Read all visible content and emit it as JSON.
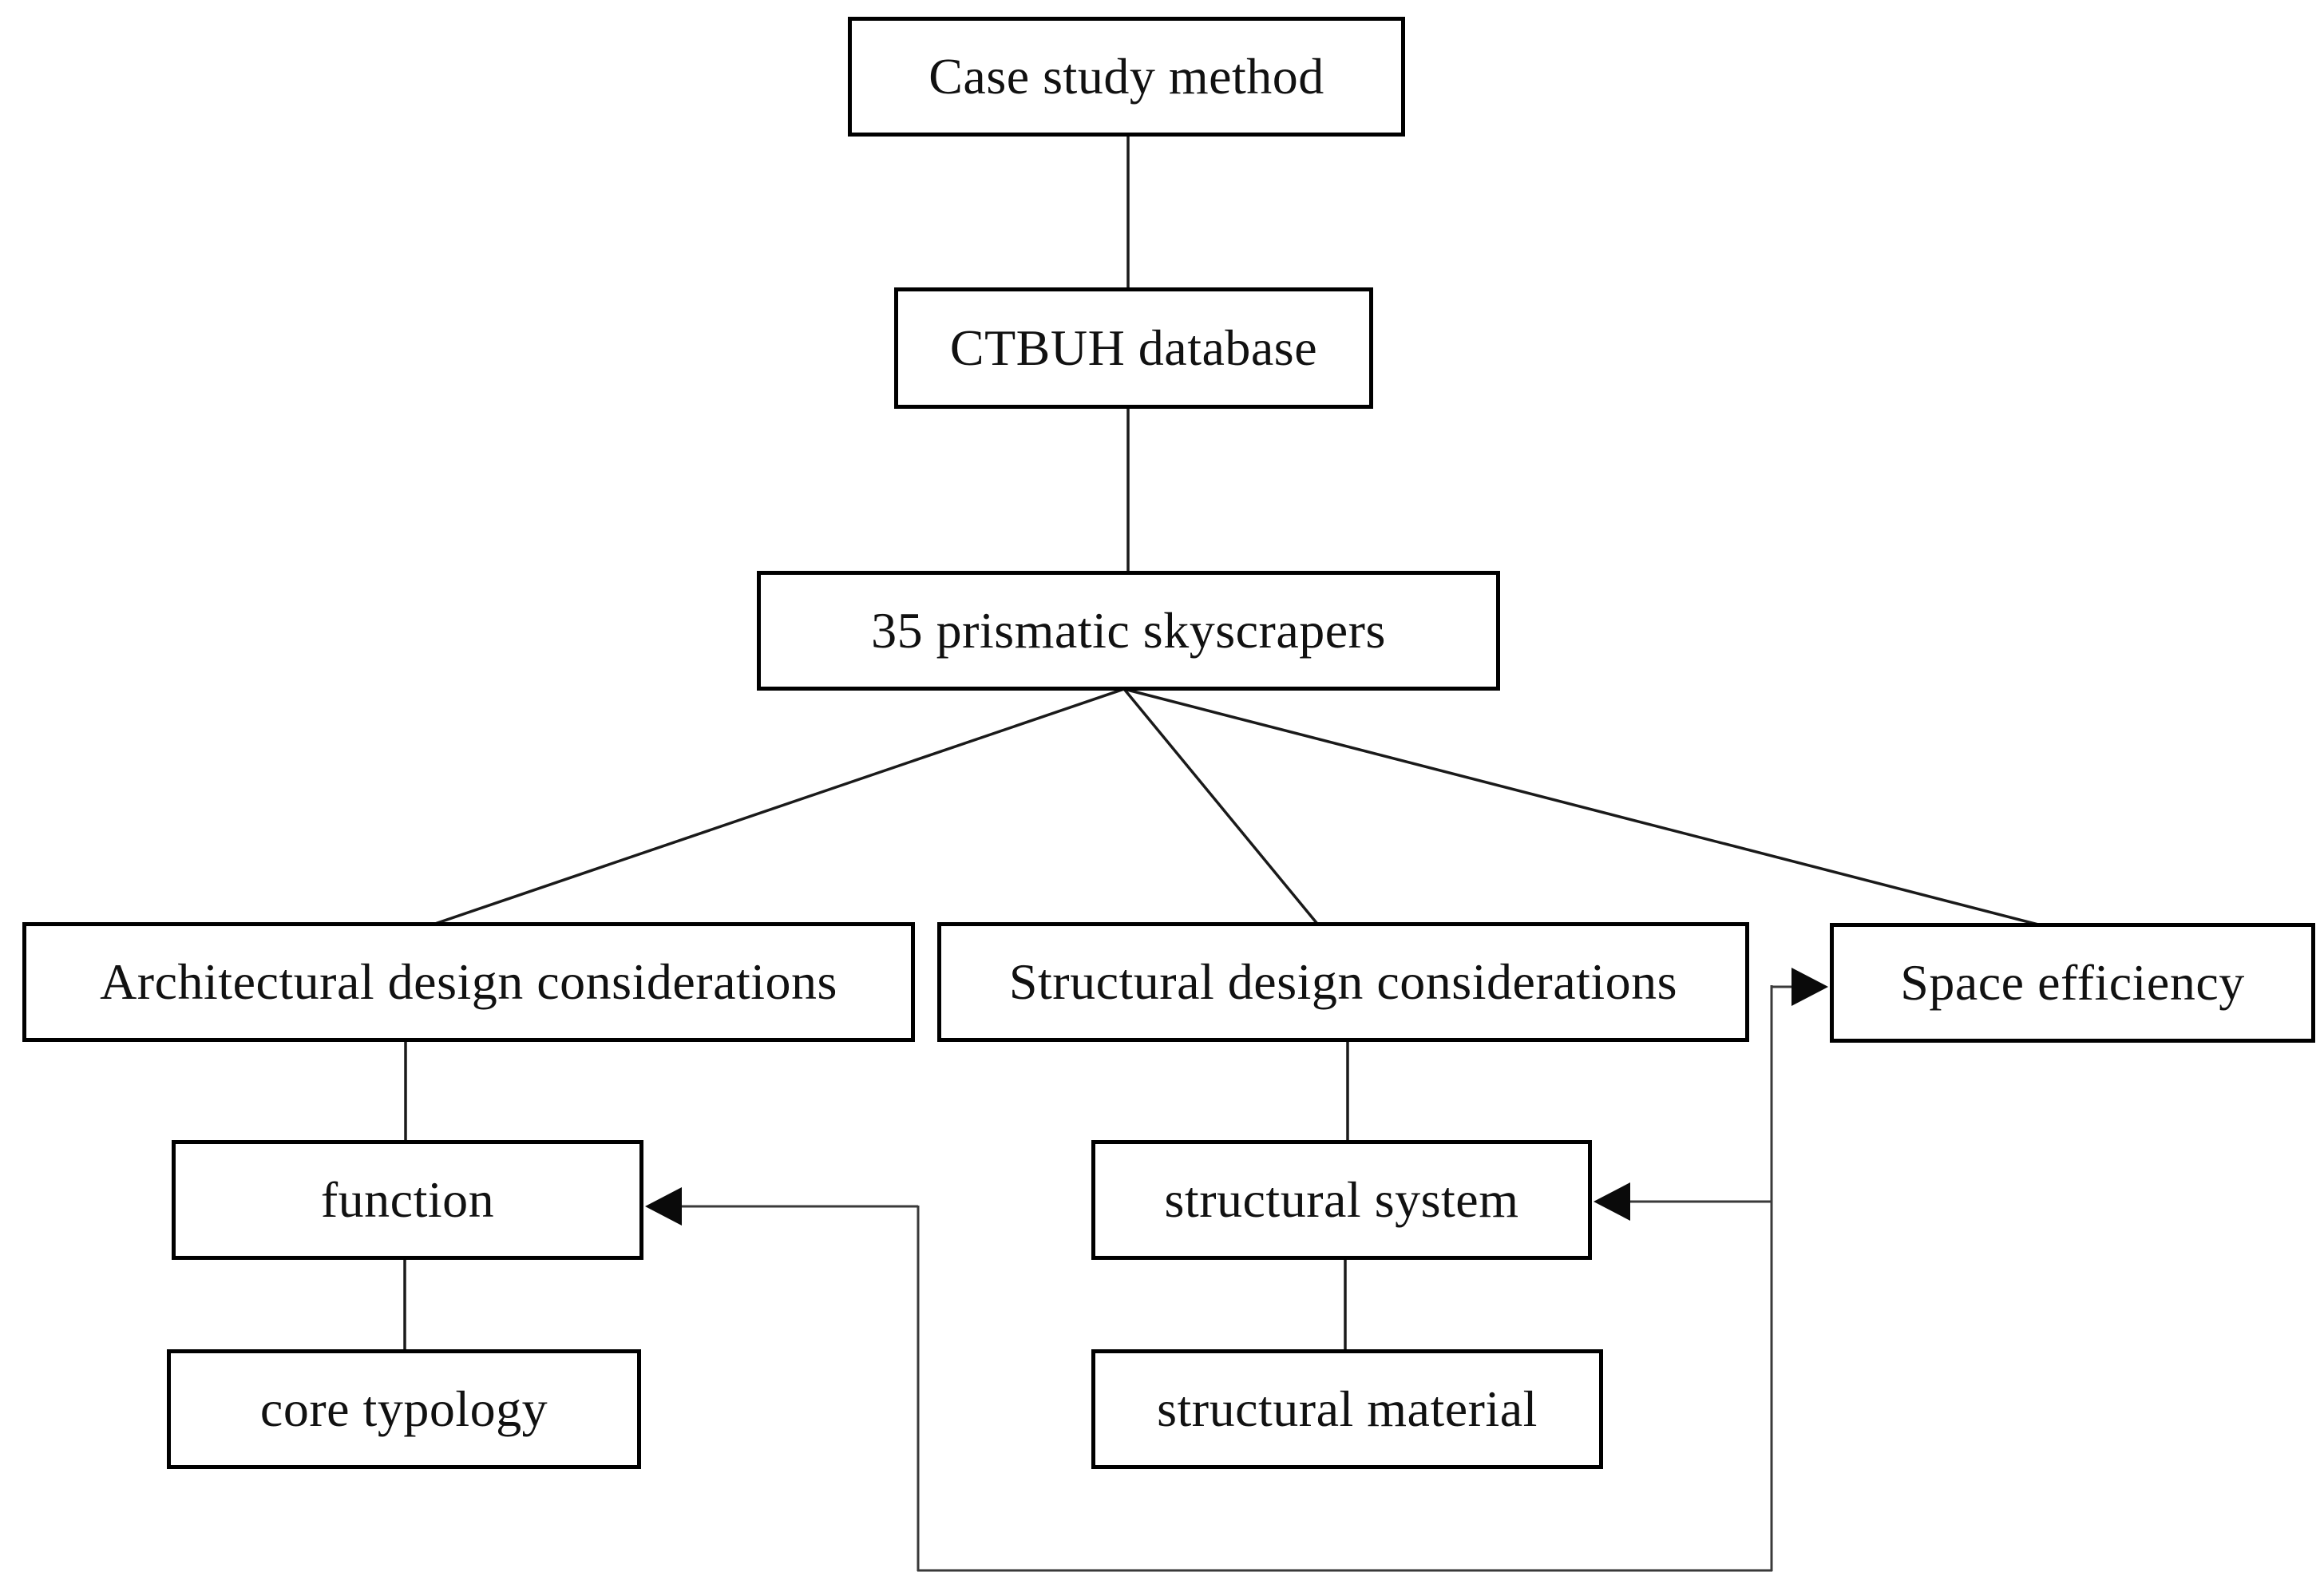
{
  "figure_type": "flowchart",
  "colors": {
    "background": "#ffffff",
    "box_fill": "#ffffff",
    "box_border": "#000000",
    "line": "#1a1a1a",
    "text": "#111111"
  },
  "nodes": {
    "case_study": {
      "label": "Case study method"
    },
    "ctbuh": {
      "label": "CTBUH database"
    },
    "skyscrapers": {
      "label": "35 prismatic skyscrapers"
    },
    "architectural": {
      "label": "Architectural design considerations"
    },
    "structural": {
      "label": "Structural design considerations"
    },
    "space_efficiency": {
      "label": "Space efficiency"
    },
    "function": {
      "label": "function"
    },
    "core_typology": {
      "label": "core typology"
    },
    "structural_system": {
      "label": "structural system"
    },
    "structural_material": {
      "label": "structural material"
    }
  },
  "edges": [
    {
      "from": "case_study",
      "to": "ctbuh",
      "style": "plain"
    },
    {
      "from": "ctbuh",
      "to": "skyscrapers",
      "style": "plain"
    },
    {
      "from": "skyscrapers",
      "to": "architectural",
      "style": "plain-diagonal"
    },
    {
      "from": "skyscrapers",
      "to": "structural",
      "style": "plain-diagonal"
    },
    {
      "from": "skyscrapers",
      "to": "space_efficiency",
      "style": "plain-diagonal"
    },
    {
      "from": "architectural",
      "to": "function",
      "style": "plain"
    },
    {
      "from": "function",
      "to": "core_typology",
      "style": "plain"
    },
    {
      "from": "structural",
      "to": "structural_system",
      "style": "plain"
    },
    {
      "from": "structural_system",
      "to": "structural_material",
      "style": "plain"
    }
  ],
  "link_network": {
    "description": "orthogonal connector with arrowheads pointing into Space efficiency, structural system and function",
    "arrow_targets": [
      "space_efficiency",
      "structural_system",
      "function"
    ]
  }
}
